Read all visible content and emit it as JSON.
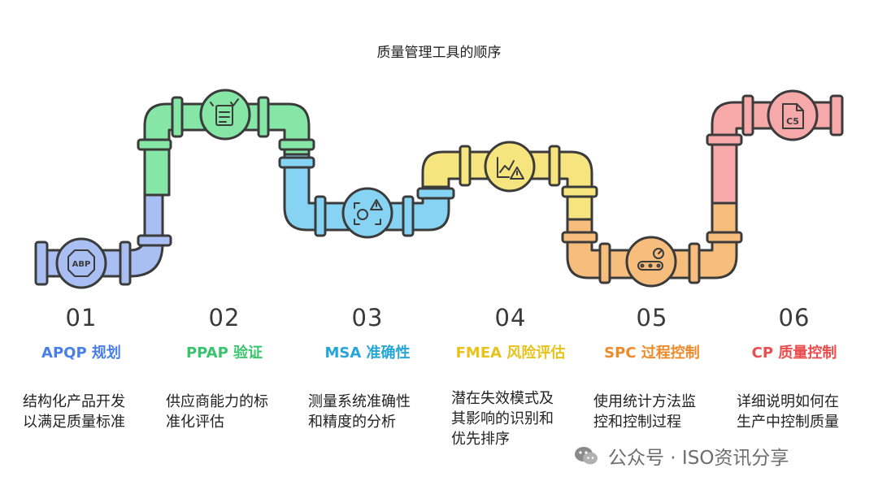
{
  "title": "质量管理工具的顺序",
  "steps": [
    {
      "num": "01",
      "label": "APQP 规划",
      "desc": [
        "结构化产品开发",
        "以满足质量标准"
      ],
      "color": "#4a7ee8",
      "icon": "abp-sign-icon",
      "icon_text": "ABP"
    },
    {
      "num": "02",
      "label": "PPAP 验证",
      "desc": [
        "供应商能力的标",
        "准化评估"
      ],
      "color": "#3bc46e",
      "icon": "checklist-icon"
    },
    {
      "num": "03",
      "label": "MSA 准确性",
      "desc": [
        "测量系统准确性",
        "和精度的分析"
      ],
      "color": "#26a6d6",
      "icon": "measurement-warning-icon"
    },
    {
      "num": "04",
      "label": "FMEA 风险评估",
      "desc": [
        "潜在失效模式及",
        "其影响的识别和",
        "优先排序"
      ],
      "color": "#e8c31c",
      "icon": "risk-chart-icon"
    },
    {
      "num": "05",
      "label": "SPC 过程控制",
      "desc": [
        "使用统计方法监",
        "控和控制过程"
      ],
      "color": "#ef8a2a",
      "icon": "process-gauge-icon"
    },
    {
      "num": "06",
      "label": "CP 质量控制",
      "desc": [
        "详细说明如何在",
        "生产中控制质量"
      ],
      "color": "#ea4d4d",
      "icon": "control-plan-doc-icon",
      "icon_text": "C5"
    }
  ],
  "watermark": "公众号 · ISO资讯分享",
  "colors": {
    "blue_fill": "#a9bff4",
    "green_fill": "#86e6a6",
    "cyan_fill": "#86d3f3",
    "yellow_fill": "#f6e57e",
    "orange_fill": "#f7bd7c",
    "red_fill": "#f7a8a8",
    "outline": "#3b3b3b"
  }
}
